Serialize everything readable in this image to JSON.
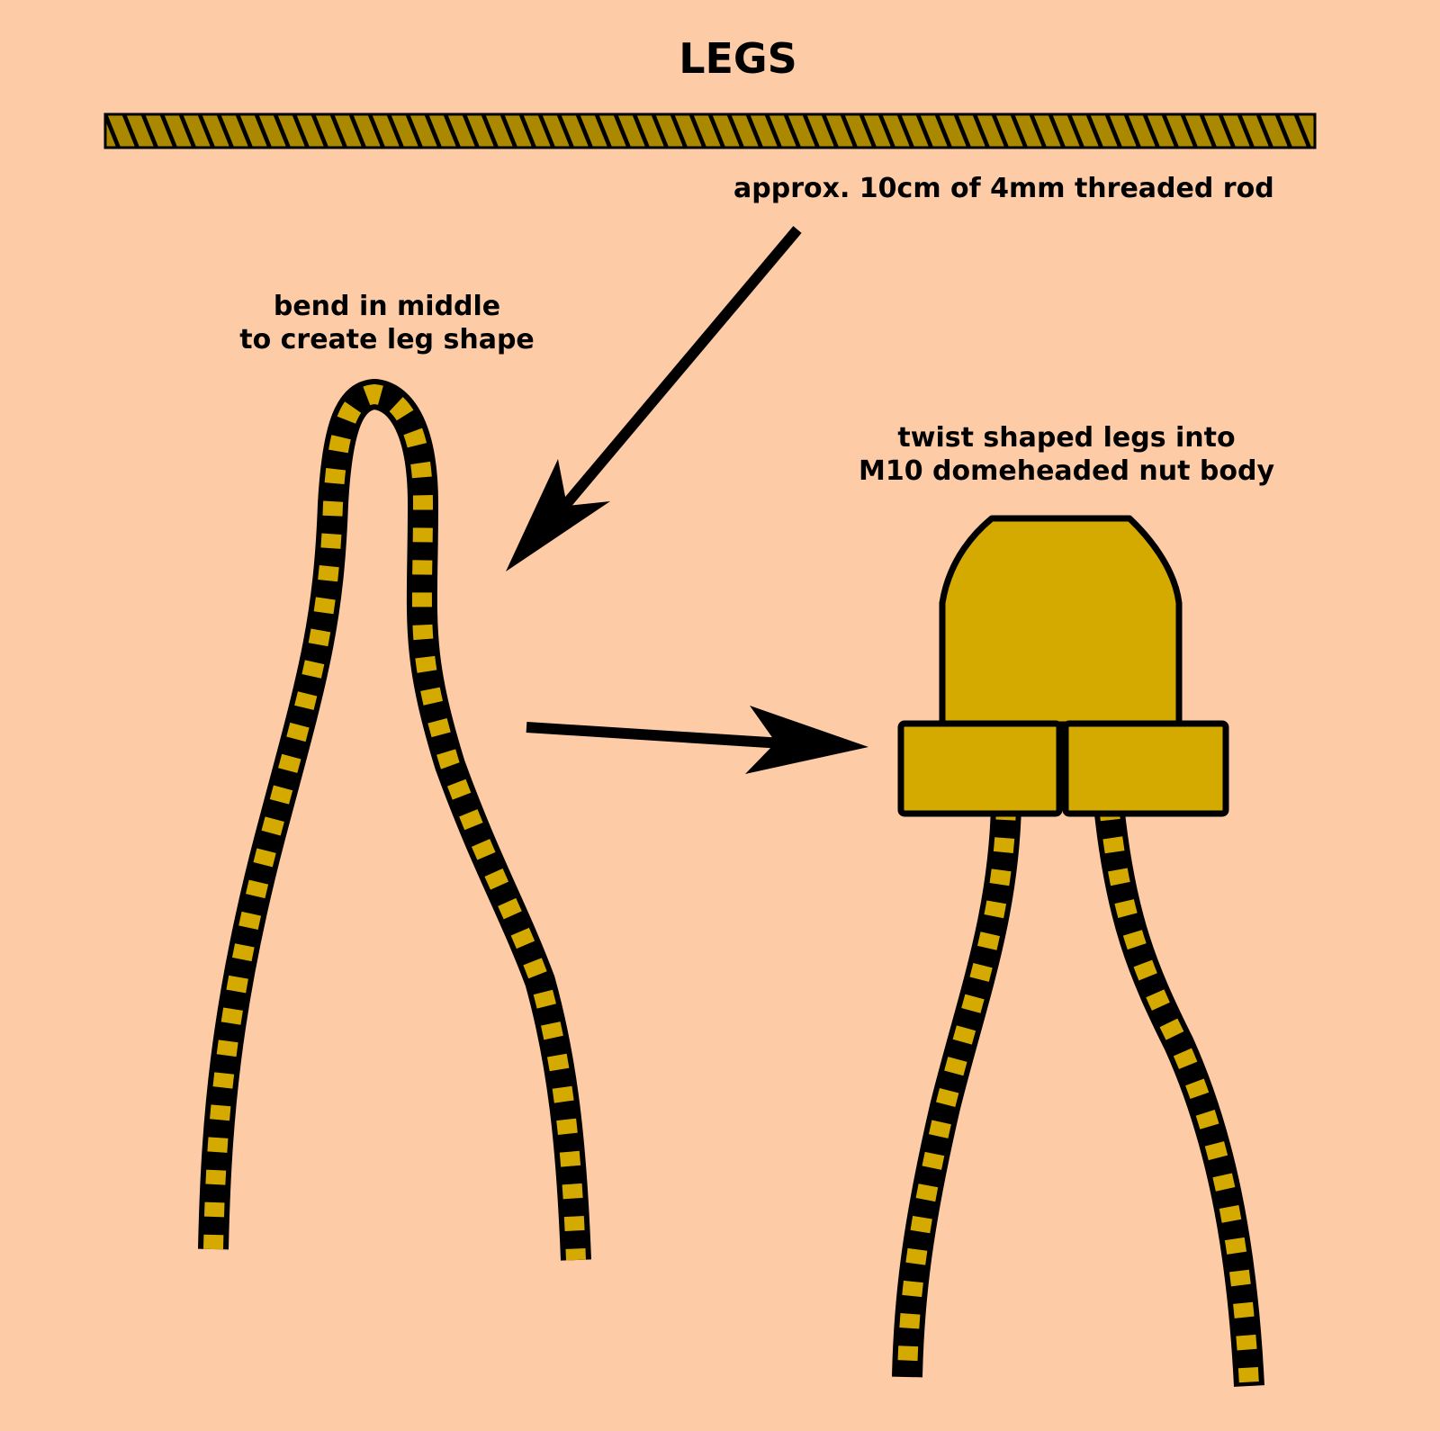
{
  "title": "LEGS",
  "labels": {
    "rod": "approx. 10cm of 4mm threaded rod",
    "bend_line1": "bend in middle",
    "bend_line2": "to create leg shape",
    "twist_line1": "twist shaped legs into",
    "twist_line2": "M10 domeheaded nut body"
  },
  "colors": {
    "background": "#fecba7",
    "rod": "#aa8800",
    "brass": "#d4aa00",
    "outline": "#000000"
  }
}
